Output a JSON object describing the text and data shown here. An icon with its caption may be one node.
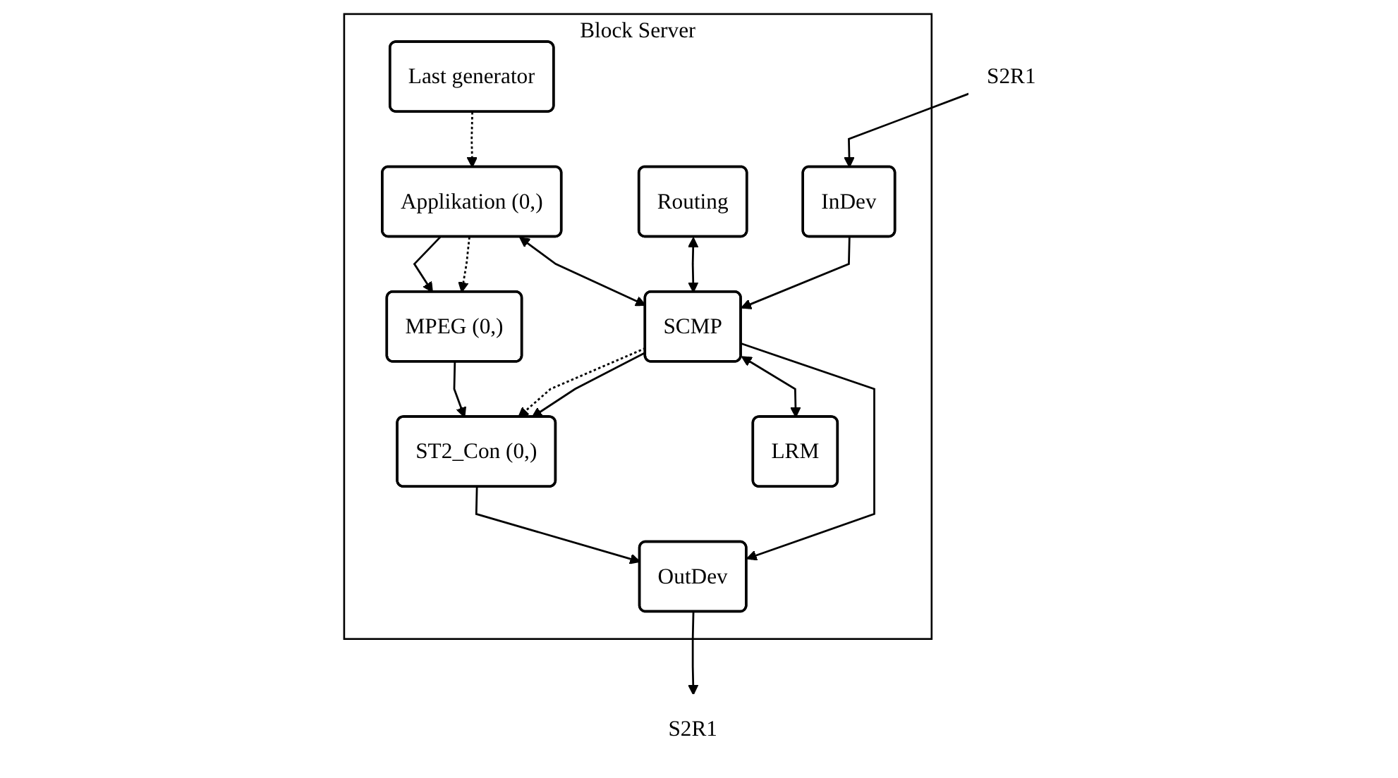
{
  "diagram": {
    "nodes": [
      {
        "text": [
          "Block Server"
        ]
      },
      {
        "text": [
          "Last generator"
        ],
        "in": 0
      },
      {
        "text": [
          "Applikation (0,)"
        ],
        "in": 0
      },
      {
        "text": [
          "MPEG (0,)"
        ],
        "in": 0
      },
      {
        "text": [
          "Routing"
        ],
        "in": 0
      },
      {
        "text": [
          "SCMP"
        ],
        "in": 0
      },
      {
        "text": [
          "ST2_Con (0,)"
        ],
        "in": 0
      },
      {
        "text": [
          "LRM"
        ],
        "in": 0
      },
      {
        "text": [
          "InDev"
        ],
        "in": 0
      },
      {
        "text": [
          "OutDev"
        ],
        "in": 0
      },
      {
        "text": [
          "S2R1"
        ]
      },
      {
        "text": [
          "S2R1"
        ]
      }
    ],
    "edges": [
      {
        "from": 1,
        "to": 2,
        "arrow": "to",
        "style": "dashed"
      },
      {
        "from": 2,
        "to": 3,
        "arrow": "to"
      },
      {
        "from": 2,
        "to": 3,
        "arrow": "to",
        "style": "dashed"
      },
      {
        "from": 2,
        "to": 5,
        "arrow": "both"
      },
      {
        "from": 3,
        "to": 6,
        "arrow": "to"
      },
      {
        "from": 4,
        "to": 5,
        "arrow": "both"
      },
      {
        "from": 5,
        "to": 6,
        "arrow": "to",
        "style": "dashed"
      },
      {
        "from": 5,
        "to": 6,
        "arrow": "to"
      },
      {
        "from": 5,
        "to": 7,
        "arrow": "both"
      },
      {
        "from": 8,
        "to": 5,
        "arrow": "to"
      },
      {
        "from": 5,
        "to": 9,
        "arrow": "to"
      },
      {
        "from": 6,
        "to": 9,
        "arrow": "to"
      },
      {
        "from": 10,
        "to": 8,
        "arrow": "to"
      },
      {
        "from": 9,
        "to": 11,
        "arrow": "to"
      }
    ]
  }
}
